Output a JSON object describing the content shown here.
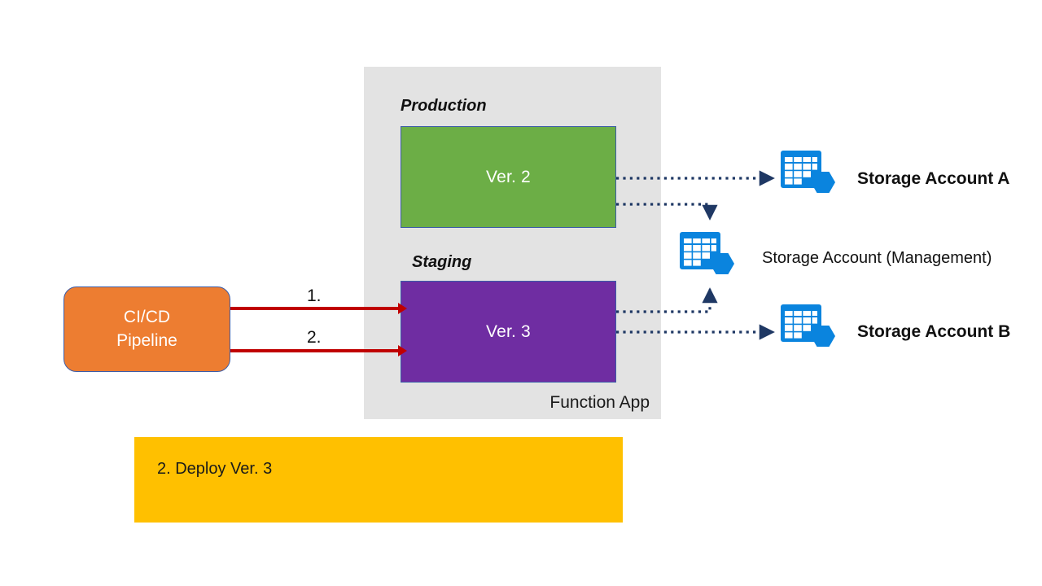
{
  "diagram": {
    "title": "Azure Function App deployment slots with storage accounts",
    "colors": {
      "container_gray": "#E3E3E3",
      "production_green": "#6CAE46",
      "staging_purple": "#6F2DA2",
      "pipeline_orange": "#ED7D31",
      "note_yellow": "#FFC000",
      "arrow_red": "#C00000",
      "arrow_navy": "#1F3864",
      "azure_blue": "#0A84DE",
      "box_border_blue": "#3B5CA8"
    }
  },
  "function_app": {
    "label": "Function App",
    "slots": [
      {
        "title": "Production",
        "version_label": "Ver. 2"
      },
      {
        "title": "Staging",
        "version_label": "Ver. 3"
      }
    ]
  },
  "pipeline": {
    "line1": "CI/CD",
    "line2": "Pipeline"
  },
  "steps": [
    {
      "label": "1."
    },
    {
      "label": "2."
    }
  ],
  "note": {
    "text": "2. Deploy Ver. 3"
  },
  "storage_accounts": [
    {
      "id": "a",
      "label": "Storage Account A",
      "icon": "storage-account-icon",
      "bold": true
    },
    {
      "id": "mgmt",
      "label": "Storage Account (Management)",
      "icon": "storage-account-icon",
      "bold": false
    },
    {
      "id": "b",
      "label": "Storage Account B",
      "icon": "storage-account-icon",
      "bold": true
    }
  ],
  "connections": [
    {
      "from": "production",
      "to": "storage-account-a",
      "style": "dotted"
    },
    {
      "from": "production",
      "to": "storage-account-management",
      "style": "dotted"
    },
    {
      "from": "staging",
      "to": "storage-account-management",
      "style": "dotted"
    },
    {
      "from": "staging",
      "to": "storage-account-b",
      "style": "dotted"
    },
    {
      "from": "ci-cd-pipeline",
      "to": "staging",
      "style": "solid",
      "label": "1."
    },
    {
      "from": "ci-cd-pipeline",
      "to": "staging",
      "style": "solid",
      "label": "2."
    }
  ]
}
